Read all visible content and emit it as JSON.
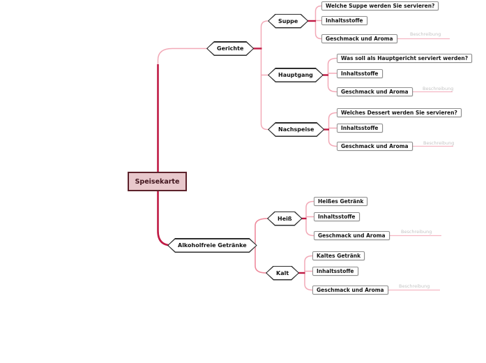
{
  "colors": {
    "trunk": "#c01a44",
    "branch_pink": "#f2a9b7",
    "branch_salmon": "#ee8a9c",
    "leaf_line": "#f5b6c3",
    "root_fill": "#e8c8cc",
    "root_border": "#5d222b"
  },
  "root": {
    "label": "Speisekarte"
  },
  "branches": [
    {
      "label": "Gerichte",
      "children": [
        {
          "label": "Suppe",
          "edge_label": "Beschreibung",
          "items": [
            "Welche Suppe werden Sie servieren?",
            "Inhaltsstoffe",
            "Geschmack und Aroma"
          ]
        },
        {
          "label": "Hauptgang",
          "edge_label": "Beschreibung",
          "items": [
            "Was soll als Hauptgericht serviert werden?",
            "Inhaltsstoffe",
            "Geschmack und Aroma"
          ]
        },
        {
          "label": "Nachspeise",
          "edge_label": "Beschreibung",
          "items": [
            "Welches Dessert werden Sie servieren?",
            "Inhaltsstoffe",
            "Geschmack und Aroma"
          ]
        }
      ]
    },
    {
      "label": "Alkoholfreie Getränke",
      "children": [
        {
          "label": "Heiß",
          "edge_label": "Beschreibung",
          "items": [
            "Heißes Getränk",
            "Inhaltsstoffe",
            "Geschmack und Aroma"
          ]
        },
        {
          "label": "Kalt",
          "edge_label": "Beschreibung",
          "items": [
            "Kaltes Getränk",
            "Inhaltsstoffe",
            "Geschmack und Aroma"
          ]
        }
      ]
    }
  ]
}
